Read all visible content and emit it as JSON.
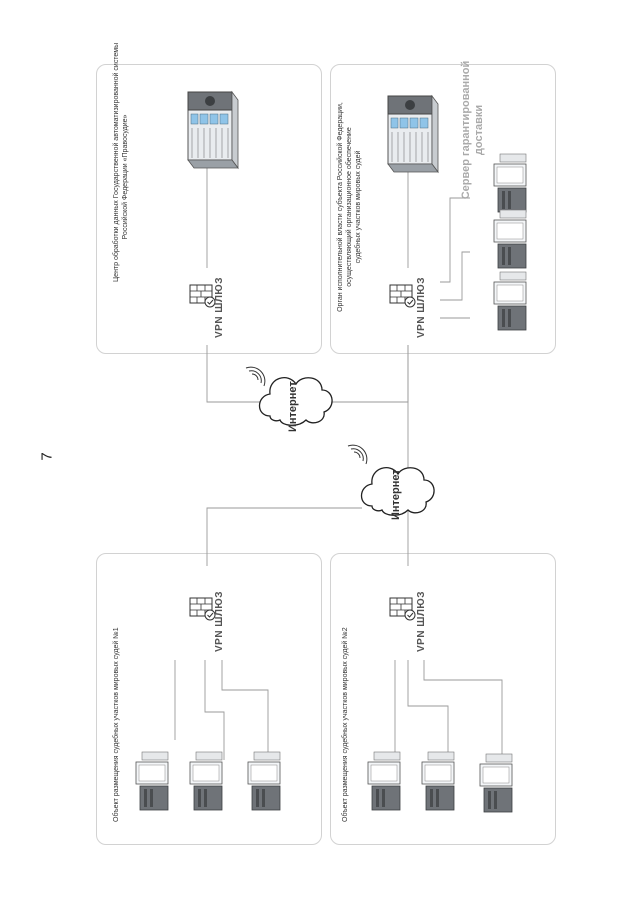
{
  "page": {
    "number": "7"
  },
  "colors": {
    "line": "#9a9a9a",
    "server_dark": "#6f7378",
    "server_blue": "#8fc4e8",
    "panel_border": "#d2d2d2"
  },
  "panels": {
    "datacenter": {
      "caption_line1": "Центр обработки данных Государственной автоматизированной системы",
      "caption_line2": "Российской Федерации «Правосудие»",
      "vpn_label": "VPN ШЛЮЗ",
      "server_icon": "server-rack-icon"
    },
    "regional_authority": {
      "caption_line1": "Орган исполнительной власти субъекта Российской Федерации,",
      "caption_line2": "осуществляющий организационное обеспечение",
      "caption_line3": "судебных участков мировых судей",
      "vpn_label": "VPN ШЛЮЗ",
      "delivery_line1": "Сервер гарантированной",
      "delivery_line2": "доставки",
      "server_icon": "server-rack-icon",
      "workstation_icon": "workstation-icon"
    },
    "court_site_1": {
      "caption": "Объект размещения судебных участков мировых судей №1",
      "vpn_label": "VPN ШЛЮЗ",
      "workstation_icon": "workstation-icon"
    },
    "court_site_2": {
      "caption": "Объект размещения судебных участков мировых судей №2",
      "vpn_label": "VPN ШЛЮЗ",
      "workstation_icon": "workstation-icon"
    }
  },
  "internet": {
    "cloud_1_label": "Интернет",
    "cloud_2_label": "Интернет",
    "icon": "internet-cloud-icon"
  }
}
